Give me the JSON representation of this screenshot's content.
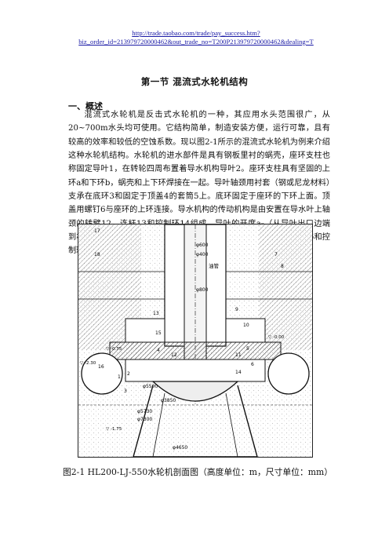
{
  "header_link": "http://trade.taobao.com/trade/pay_success.htm?biz_order_id=213979720000462&out_trade_no=T200P213979720000462&dealing=T",
  "page_title": "第一节  混流式水轮机结构",
  "section_heading": "一、概述",
  "paragraph": "混流式水轮机是反击式水轮机的一种，其应用水头范围很广，从20~700m水头均可使用。它结构简单，制造安装方便，运行可靠，且有较高的效率和较低的空蚀系数。现以图2-1所示的混流式水轮机为例来介绍这种水轮机结构。水轮机的进水部件是具有钢板里衬的蜗壳，座环支柱也称固定导叶1，在转轮四周布置着导水机构导叶2。座环支柱具有坚固的上环a和下环b，蜗壳和上下环焊接在一起。导叶轴颈用衬套（钢或尼龙材料）支承在底环3和固定于顶盖4的套筒5上。底环固定于座环的下环上面。顶盖用螺钉6与座环的上环连接。导水机构的传动机构是由安置在导水叶上轴颈的转臂12，连杆13和控制环14组成。导叶的开度a₀（从导叶出口边端到相邻导叶背部的最短距离）的改变是通过导水机构的两个接力器16和控制环连接的推拉杆15传动控制环来实现的。",
  "figure": {
    "labels": {
      "pipe_label": "φ600",
      "pipe_label2": "φ400",
      "oil_label": "油管",
      "main_shaft_label": "φ800",
      "diam1": "φ3850",
      "diam2": "φ5500",
      "diam3": "φ4650",
      "diam4": "φ5730",
      "diam5": "φ7300",
      "elev1": "▽ -0.75",
      "elev2": "▽ -1.75",
      "elev3": "▽ -0.00",
      "elev4": "▽ -2.30",
      "num1": "1",
      "num2": "2",
      "num3": "3",
      "num4": "4",
      "num5": "5",
      "num6": "6",
      "num9": "9",
      "num12": "12",
      "num13": "13",
      "num14": "14",
      "num15": "15",
      "num16": "16",
      "num17": "17",
      "num18": "18",
      "num11": "11",
      "num10": "10",
      "num8": "8",
      "num7": "7"
    }
  },
  "caption": "图2-1    HL200-LJ-550水轮机剖面图（高度单位：m，尺寸单位：mm）"
}
